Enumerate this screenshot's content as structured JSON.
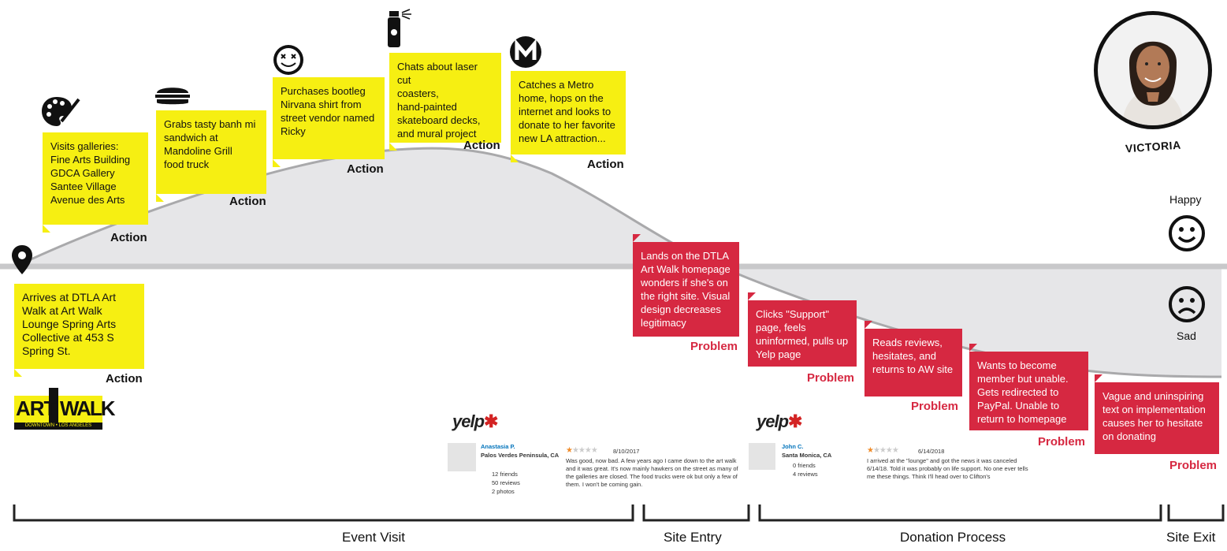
{
  "actions": [
    {
      "text": "Arrives at DTLA Art\nWalk at Art Walk\nLounge Spring Arts\nCollective at 453 S\nSpring St.",
      "tag": "Action"
    },
    {
      "text": "Visits galleries:\nFine Arts Building\nGDCA Gallery\nSantee Village\nAvenue des Arts",
      "tag": "Action"
    },
    {
      "text": "Grabs tasty banh mi\nsandwich at\nMandoline Grill\nfood truck",
      "tag": "Action"
    },
    {
      "text": "Purchases bootleg\nNirvana shirt from\nstreet vendor named\nRicky",
      "tag": "Action"
    },
    {
      "text": "Chats about laser cut\ncoasters,\nhand-painted\nskateboard decks,\nand mural project",
      "tag": "Action"
    },
    {
      "text": "Catches a Metro\nhome, hops on the\ninternet and looks to\ndonate to her favorite\nnew LA attraction...",
      "tag": "Action"
    }
  ],
  "problems": [
    {
      "text": "Lands on the DTLA\nArt Walk homepage\nwonders if she's on\nthe right site. Visual\ndesign decreases\nlegitimacy",
      "tag": "Problem"
    },
    {
      "text": "Clicks \"Support\"\npage, feels\nuninformed, pulls up\nYelp page",
      "tag": "Problem"
    },
    {
      "text": "Reads reviews,\nhesitates, and\nreturns to AW site",
      "tag": "Problem"
    },
    {
      "text": "Wants to become\nmember but unable.\nGets redirected to\nPayPal. Unable to\nreturn to homepage",
      "tag": "Problem"
    },
    {
      "text": "Vague and uninspiring\ntext on implementation\ncauses her to hesitate\non donating",
      "tag": "Problem"
    }
  ],
  "persona": {
    "name": "VICTORIA"
  },
  "mood": {
    "happy": "Happy",
    "sad": "Sad"
  },
  "logo": {
    "line1": "ART",
    "line2": "WALK",
    "sub": "DOWNTOWN • LOS ANGELES"
  },
  "yelp_label": "yelp",
  "reviews": [
    {
      "name": "Anastasia P.",
      "location": "Palos Verdes Peninsula, CA",
      "friends": "12 friends",
      "count": "50 reviews",
      "photos": "2 photos",
      "date": "8/10/2017",
      "text": "Was good, now bad. A few years ago I came down to the art walk and it was great. It's now mainly hawkers on the street as many of the galleries are closed. The food trucks were ok but only a few of them. I won't be coming gain.",
      "stars": 1
    },
    {
      "name": "John C.",
      "location": "Santa Monica, CA",
      "friends": "0 friends",
      "count": "4 reviews",
      "date": "6/14/2018",
      "text": "I arrived at the \"lounge\" and got the news it was canceled 6/14/18. Told it was probably on life support. No one ever tells me these things. Think I'll head over to Clifton's",
      "stars": 1
    }
  ],
  "phases": [
    "Event Visit",
    "Site Entry",
    "Donation Process",
    "Site Exit"
  ],
  "icons": [
    "map-pin-icon",
    "paint-palette-icon",
    "sandwich-icon",
    "smiley-icon",
    "spray-can-icon",
    "metro-icon",
    "happy-face-icon",
    "sad-face-icon",
    "star-icon"
  ],
  "colors": {
    "action": "#f6ef12",
    "problem": "#d62841",
    "curve": "#e6e6e8",
    "baseline": "#c8c8ca"
  }
}
